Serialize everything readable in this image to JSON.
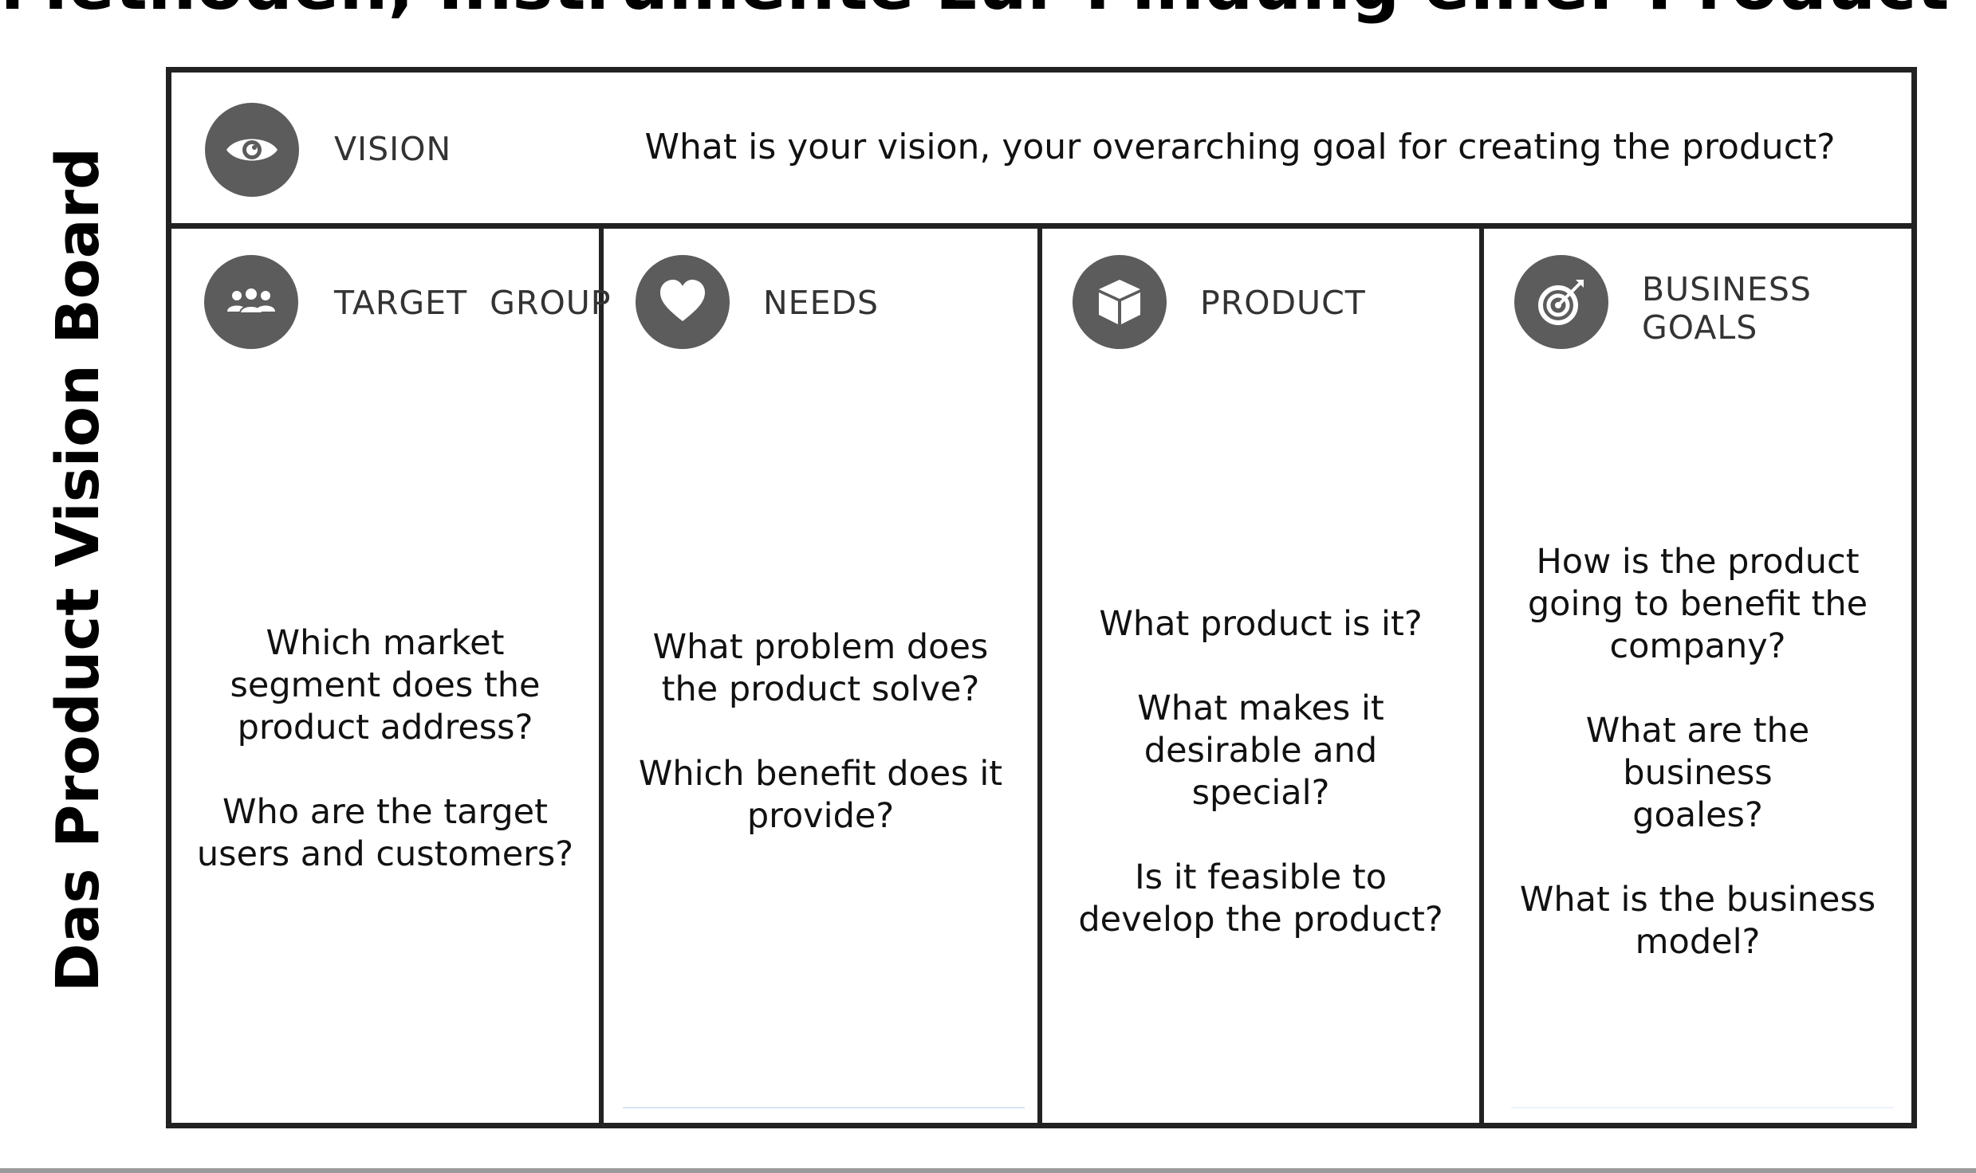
{
  "slide": {
    "title": "Methoden, Instrumente zur Findung einer Product Vision",
    "side_title": "Das Product Vision Board"
  },
  "board": {
    "vision": {
      "label": "VISION",
      "icon": "eye-icon",
      "question": "What is your vision, your overarching goal for creating the product?"
    },
    "columns": [
      {
        "label": "TARGET  GROUP",
        "icon": "people-icon",
        "questions": [
          "Which market segment does the product address?",
          "Who are the target users and customers?"
        ]
      },
      {
        "label": "NEEDS",
        "icon": "heart-icon",
        "questions": [
          "What problem does the product solve?",
          "Which benefit does it provide?"
        ]
      },
      {
        "label": "PRODUCT",
        "icon": "box-icon",
        "questions": [
          "What product is it?",
          "What makes it desirable and special?",
          "Is it feasible to develop the product?"
        ]
      },
      {
        "label_line1": "BUSINESS",
        "label_line2": "GOALS",
        "icon": "target-icon",
        "questions": [
          "How is the product going to benefit the company?",
          "What are the business goales?",
          "What is the business model?"
        ]
      }
    ]
  },
  "colors": {
    "border": "#222222",
    "icon_background": "#5c5c5c",
    "label_text": "#333333"
  }
}
